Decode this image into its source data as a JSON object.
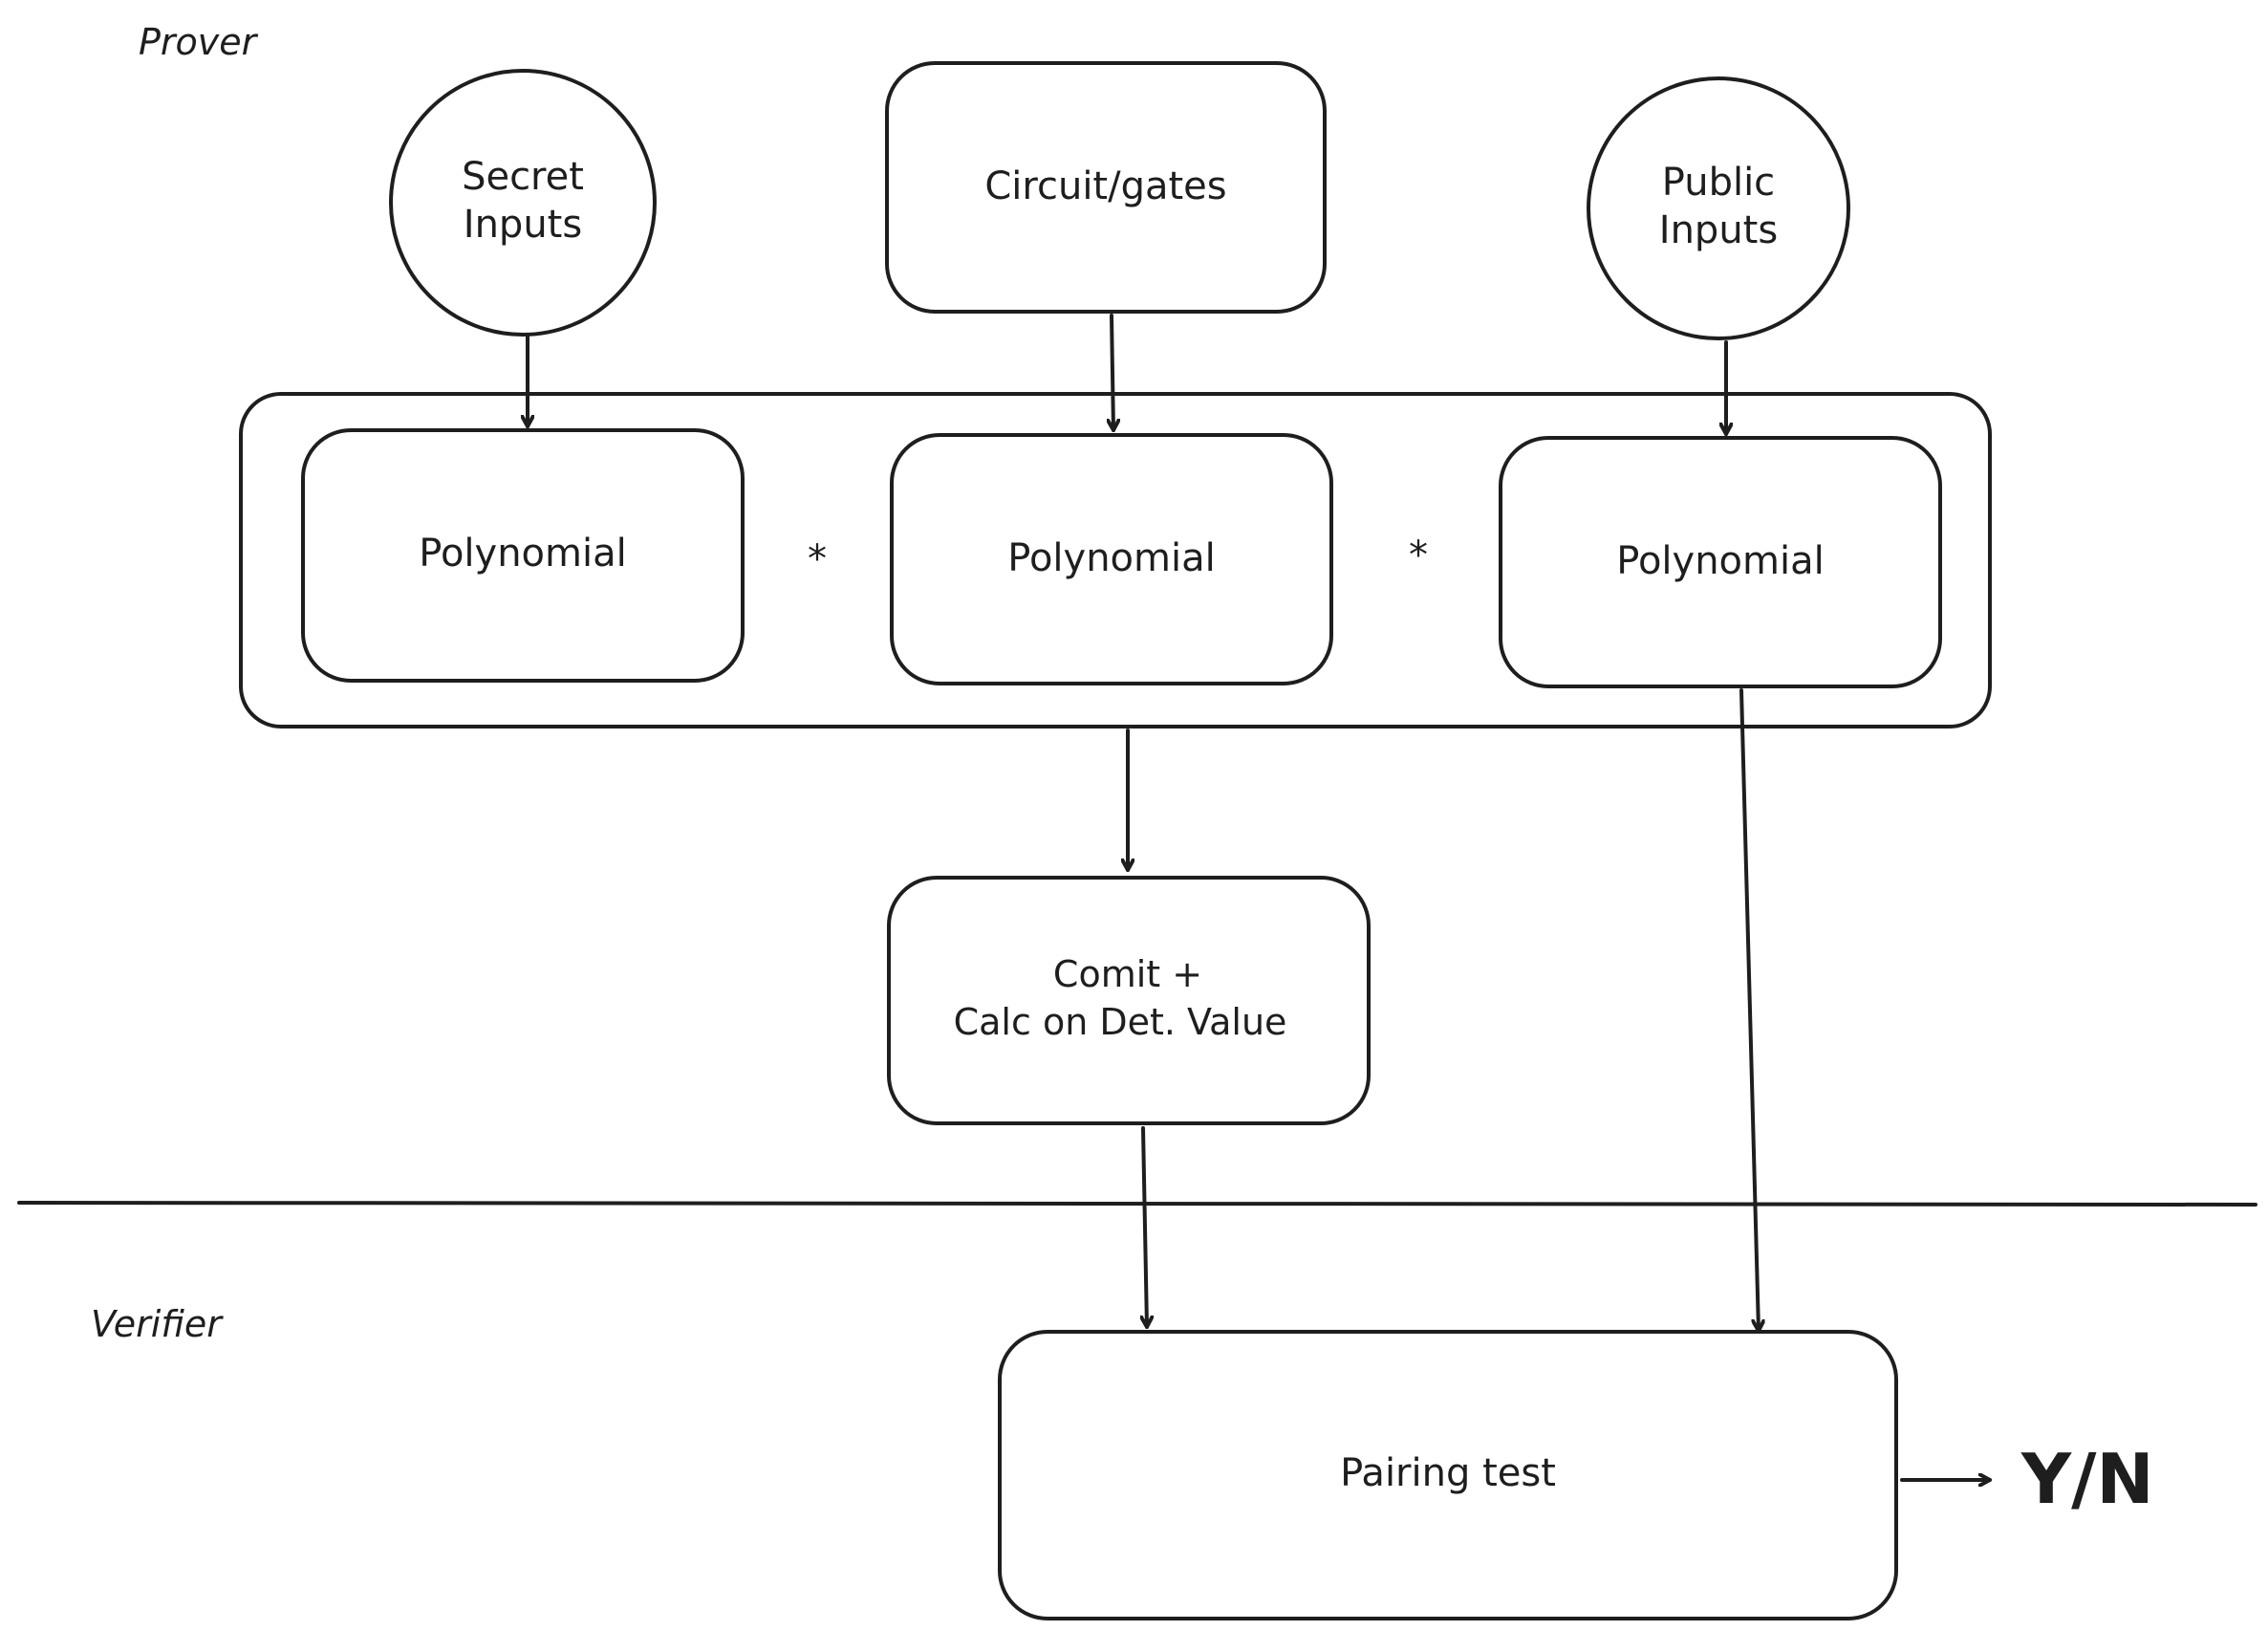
{
  "sections": {
    "prover": "Prover",
    "verifier": "Verifier"
  },
  "nodes": {
    "secret_inputs": {
      "line1": "Secret",
      "line2": "Inputs"
    },
    "circuit_gates": {
      "label": "Circuit/gates"
    },
    "public_inputs": {
      "line1": "Public",
      "line2": "Inputs"
    },
    "polynomial_1": {
      "label": "Polynomial"
    },
    "polynomial_2": {
      "label": "Polynomial"
    },
    "polynomial_3": {
      "label": "Polynomial"
    },
    "commit_calc": {
      "line1": "Comit +",
      "line2": "Calc on Det. Value"
    },
    "pairing_test": {
      "label": "Pairing test"
    }
  },
  "operators": {
    "op1": "*",
    "op2": "*"
  },
  "result": {
    "label": "Y/N"
  },
  "colors": {
    "stroke": "#1e1e1e",
    "background": "#ffffff"
  }
}
